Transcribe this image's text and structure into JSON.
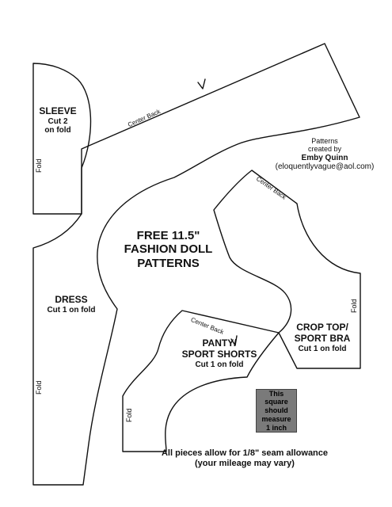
{
  "title": {
    "line1": "FREE 11.5\"",
    "line2": "FASHION DOLL",
    "line3": "PATTERNS"
  },
  "credit": {
    "line1": "Patterns",
    "line2": "created by",
    "name": "Emby Quinn",
    "email": "(eloquentlyvague@aol.com)"
  },
  "sleeve": {
    "name": "SLEEVE",
    "cut1": "Cut 2",
    "cut2": "on fold",
    "fold": "Fold"
  },
  "dress": {
    "name": "DRESS",
    "cut": "Cut 1 on fold",
    "fold": "Fold",
    "center_back": "Center Back"
  },
  "crop_top": {
    "name1": "CROP TOP/",
    "name2": "SPORT BRA",
    "cut": "Cut 1 on fold",
    "fold": "Fold",
    "center_back": "Center Back"
  },
  "panty": {
    "name1": "PANTY/",
    "name2": "SPORT SHORTS",
    "cut": "Cut 1 on fold",
    "fold": "Fold",
    "center_back": "Center Back"
  },
  "square": {
    "line1": "This square",
    "line2": "should measure",
    "line3": "1 inch"
  },
  "footer": {
    "line1": "All pieces allow for 1/8\" seam allowance",
    "line2": "(your mileage may vary)"
  }
}
